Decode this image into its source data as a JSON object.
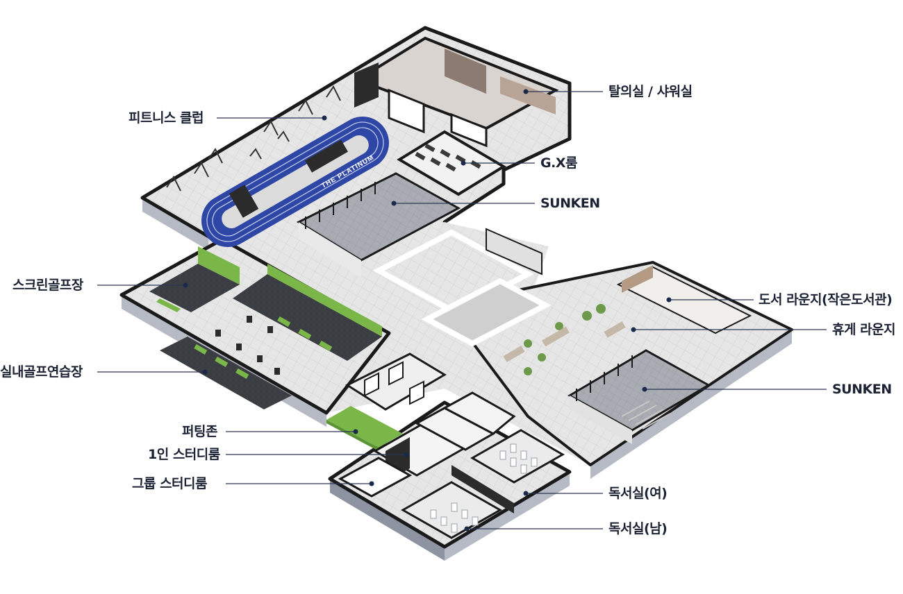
{
  "labels": {
    "fitness": "피트니스 클럽",
    "locker": "탈의실 / 샤워실",
    "gx": "G.X룸",
    "sunken_top": "SUNKEN",
    "screen_golf": "스크린골프장",
    "indoor_golf": "실내골프연습장",
    "putting": "퍼팅존",
    "study_single": "1인 스터디룸",
    "study_group": "그룹 스터디룸",
    "book_lounge": "도서 라운지(작은도서관)",
    "rest_lounge": "휴게 라운지",
    "sunken_right": "SUNKEN",
    "reading_f": "독서실(여)",
    "reading_m": "독서실(남)"
  },
  "track_sign": "THE PLATINUM",
  "colors": {
    "floor": "#e9e9e9",
    "floor_dark": "#c9c9c9",
    "wall": "#1a1a1a",
    "wall_side": "#b5bac4",
    "wall_side_dark": "#8d93a0",
    "track": "#2e46a6",
    "grass": "#7ab648",
    "leader": "#2a3550",
    "dot": "#1b2a4a",
    "label": "#1b2233"
  }
}
